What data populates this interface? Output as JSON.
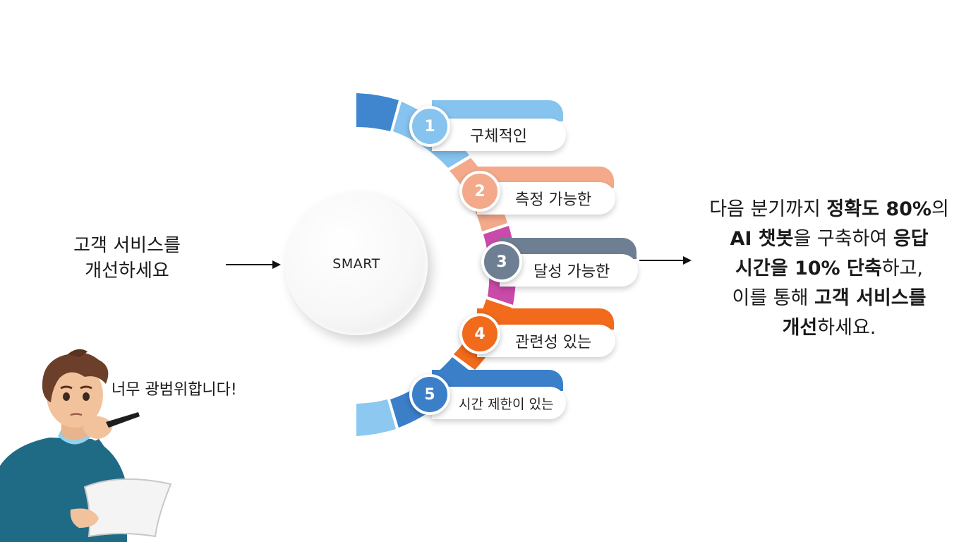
{
  "left_goal": "고객 서비스를\n개선하세요",
  "center_label": "SMART",
  "steps": [
    {
      "number": "1",
      "label": "구체적인",
      "color": "#7fbce8"
    },
    {
      "number": "2",
      "label": "측정 가능한",
      "color": "#f0a888"
    },
    {
      "number": "3",
      "label": "달성 가능한",
      "color": "#6f7f93"
    },
    {
      "number": "4",
      "label": "관련성 있는",
      "color": "#f26a1b"
    },
    {
      "number": "5",
      "label": "시간 제한이 있는",
      "color": "#3b7fc9"
    }
  ],
  "result": {
    "line1_a": "다음 분기까지 ",
    "line1_b": "정확도 80%",
    "line1_c": "의",
    "line2_a": "AI 챗봇",
    "line2_b": "을 구축하여 ",
    "line2_c": "응답",
    "line3_a": "시간을 10% 단축",
    "line3_b": "하고,",
    "line4_a": "이를 통해 ",
    "line4_b": "고객 서비스를",
    "line5_a": "개선",
    "line5_b": "하세요."
  },
  "speech": "너무 광범위합니다!",
  "icons": [
    "person-thinking-icon",
    "pencil-icon",
    "paper-icon"
  ]
}
